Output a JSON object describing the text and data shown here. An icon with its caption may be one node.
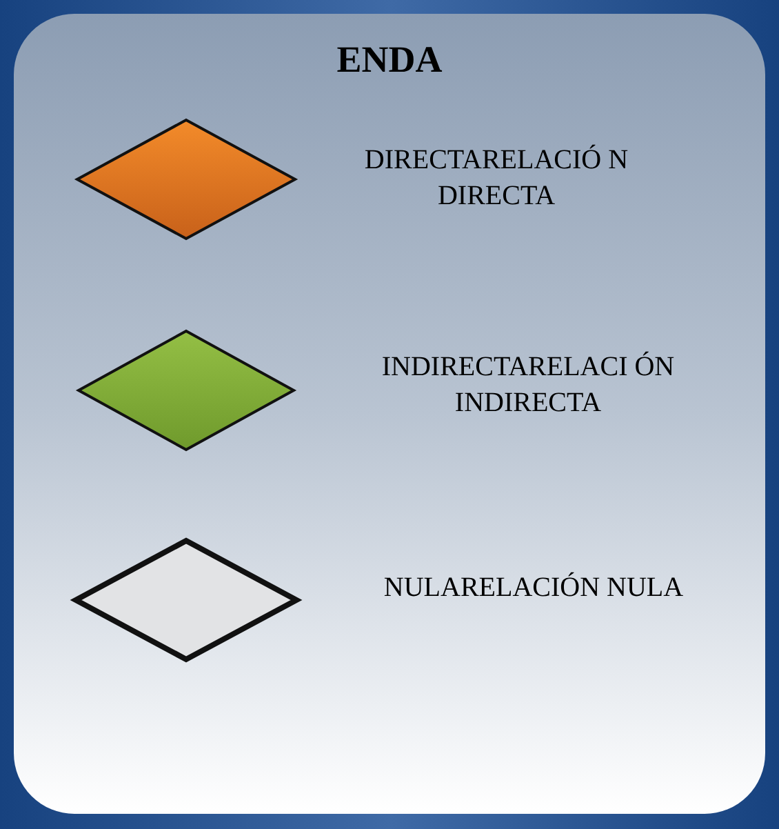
{
  "diagram": {
    "title": "ENDA",
    "legend": [
      {
        "text": "DIRECTARELACIÓ N DIRECTA",
        "color": "#f38b2a"
      },
      {
        "text": "INDIRECTARELACI ÓN INDIRECTA",
        "color": "#94bf45"
      },
      {
        "text": "NULARELACIÓN NULA",
        "color": "#e2e3e5"
      }
    ]
  }
}
